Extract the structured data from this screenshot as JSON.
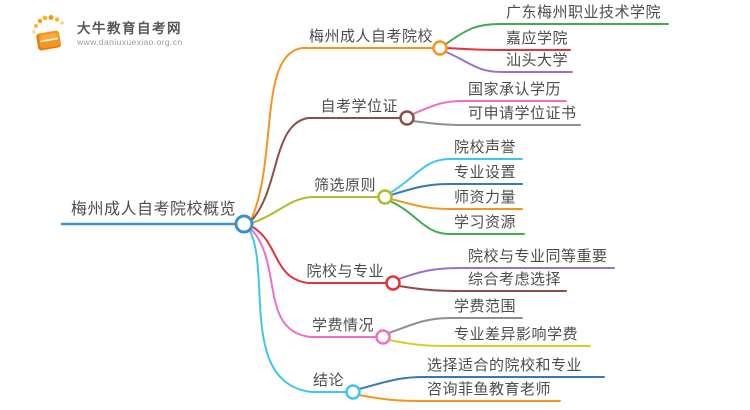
{
  "logo": {
    "title": "大牛教育自考网",
    "url": "www.daniuxuexiao.org.cn",
    "icon": "book-sun-icon",
    "brand_color": "#f7941d"
  },
  "palette": {
    "text": "#4d4d4d",
    "root_blue": "#3d8fd1",
    "orange": "#f7941d",
    "maroon": "#8d4f45",
    "olive": "#b2ba2e",
    "red": "#e53238",
    "magenta": "#ee6fc8",
    "cyan": "#3ec6ee",
    "green": "#3fae49",
    "purple": "#9b6fd0",
    "gray": "#8f8f8f",
    "blue": "#3878b4",
    "yellow": "#d6ce27"
  },
  "mindmap": {
    "root": {
      "label": "梅州成人自考院校概览",
      "color": "#3d8fd1"
    },
    "branches": [
      {
        "label": "梅州成人自考院校",
        "color": "#f7941d",
        "children": [
          {
            "label": "广东梅州职业技术学院",
            "color": "#3fae49"
          },
          {
            "label": "嘉应学院",
            "color": "#e53238"
          },
          {
            "label": "汕头大学",
            "color": "#9b6fd0"
          }
        ]
      },
      {
        "label": "自考学位证",
        "color": "#8d4f45",
        "children": [
          {
            "label": "国家承认学历",
            "color": "#ee6fc8"
          },
          {
            "label": "可申请学位证书",
            "color": "#8f8f8f"
          }
        ]
      },
      {
        "label": "筛选原则",
        "color": "#b2ba2e",
        "children": [
          {
            "label": "院校声誉",
            "color": "#3ec6ee"
          },
          {
            "label": "专业设置",
            "color": "#3878b4"
          },
          {
            "label": "师资力量",
            "color": "#f7941d"
          },
          {
            "label": "学习资源",
            "color": "#3fae49"
          }
        ]
      },
      {
        "label": "院校与专业",
        "color": "#e53238",
        "children": [
          {
            "label": "院校与专业同等重要",
            "color": "#9b6fd0"
          },
          {
            "label": "综合考虑选择",
            "color": "#8d4f45"
          }
        ]
      },
      {
        "label": "学费情况",
        "color": "#ee6fc8",
        "children": [
          {
            "label": "学费范围",
            "color": "#8f8f8f"
          },
          {
            "label": "专业差异影响学费",
            "color": "#d6ce27"
          }
        ]
      },
      {
        "label": "结论",
        "color": "#3ec6ee",
        "children": [
          {
            "label": "选择适合的院校和专业",
            "color": "#3878b4"
          },
          {
            "label": "咨询菲鱼教育老师",
            "color": "#f7941d"
          }
        ]
      }
    ]
  }
}
